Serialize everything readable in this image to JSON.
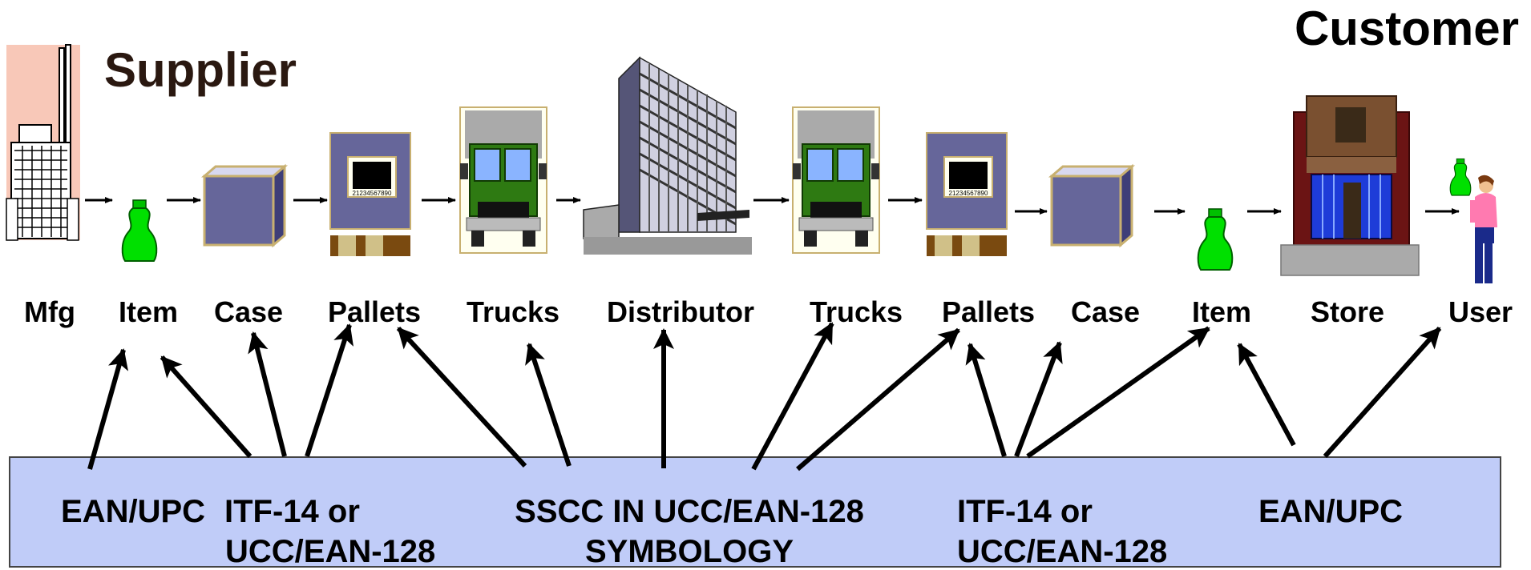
{
  "headings": {
    "supplier": "Supplier",
    "customer": "Customer"
  },
  "stages": [
    {
      "label": "Mfg",
      "icon": "factory-icon"
    },
    {
      "label": "Item",
      "icon": "bottle-icon"
    },
    {
      "label": "Case",
      "icon": "box-icon"
    },
    {
      "label": "Pallets",
      "icon": "pallet-icon"
    },
    {
      "label": "Trucks",
      "icon": "truck-icon"
    },
    {
      "label": "Distributor",
      "icon": "office-building-icon"
    },
    {
      "label": "Trucks",
      "icon": "truck-icon"
    },
    {
      "label": "Pallets",
      "icon": "pallet-icon"
    },
    {
      "label": "Case",
      "icon": "box-icon"
    },
    {
      "label": "Item",
      "icon": "bottle-icon"
    },
    {
      "label": "Store",
      "icon": "store-icon"
    },
    {
      "label": "User",
      "icon": "person-icon"
    }
  ],
  "symbologies": [
    {
      "lines": [
        "EAN/UPC"
      ]
    },
    {
      "lines": [
        "ITF-14 or",
        "UCC/EAN-128"
      ]
    },
    {
      "lines": [
        "SSCC IN UCC/EAN-128",
        "SYMBOLOGY"
      ]
    },
    {
      "lines": [
        "ITF-14 or",
        "UCC/EAN-128"
      ]
    },
    {
      "lines": [
        "EAN/UPC"
      ]
    }
  ],
  "pallet_barcode_text": "21234567890",
  "colors": {
    "symbology_panel": "#c0ccf8",
    "heading_supplier": "#2a1810",
    "bottle": "#00e000",
    "box": "#66669a",
    "truck_cab": "#2e7a12",
    "store_wall": "#6b1414"
  }
}
